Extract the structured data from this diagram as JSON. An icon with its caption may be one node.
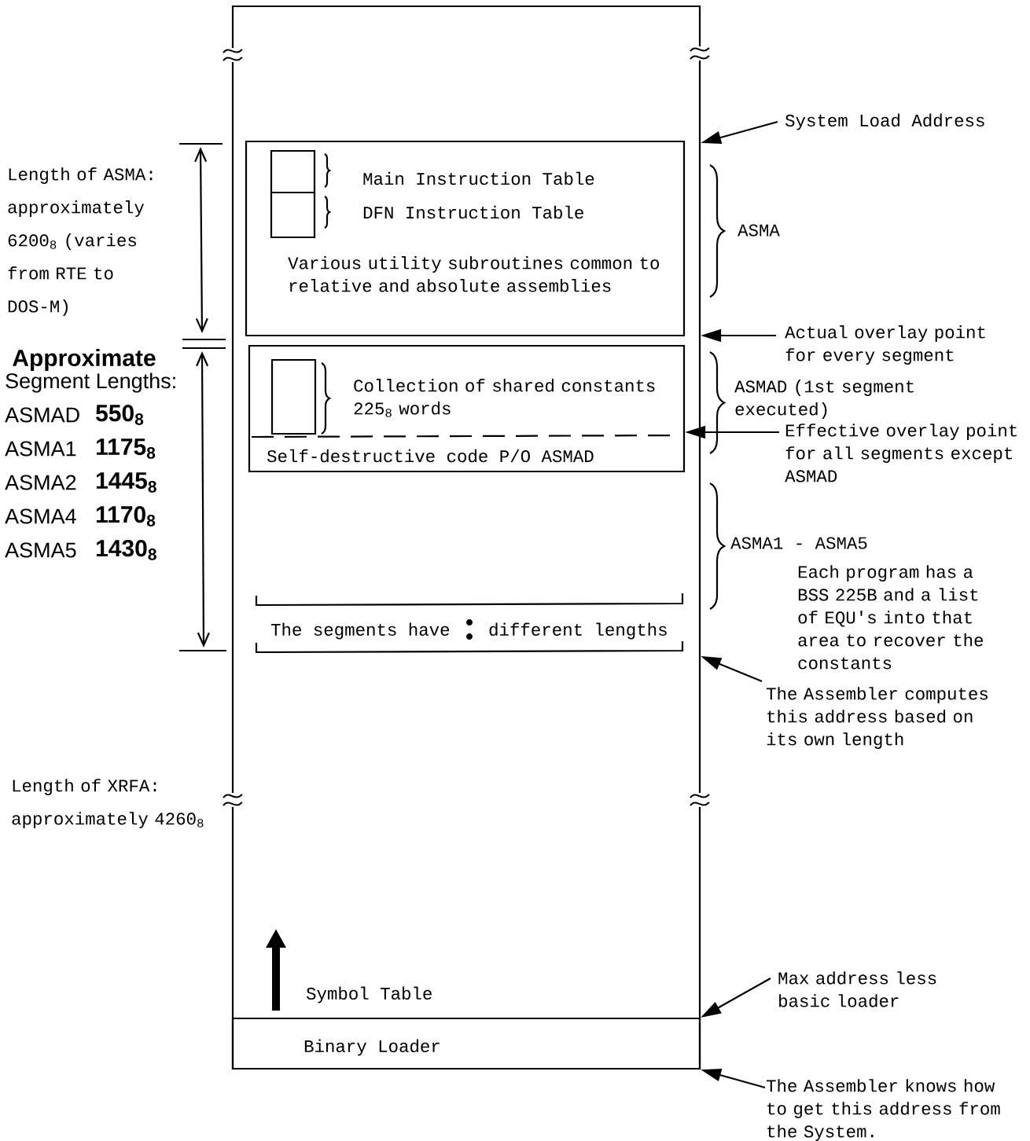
{
  "diagram": {
    "nodes": [
      {
        "text": [],
        "shape": "box"
      },
      {
        "text": [
          "Various utility subroutines common to relative and absolute assemblies"
        ],
        "in": 0
      },
      {
        "text": [],
        "shape": "box",
        "in": 1,
        "beside": [
          "Main Instruction Table"
        ]
      },
      {
        "text": [],
        "shape": "box",
        "in": 1,
        "beside": [
          "DFN Instruction Table"
        ]
      },
      {
        "text": [
          "Self-destructive code  P/O ASMAD"
        ],
        "in": 0
      },
      {
        "text": [],
        "shape": "box",
        "in": 4,
        "beside": [
          "Collection of shared constants 225$_{8}$ words"
        ]
      },
      {
        "text": [
          "Binary Loader"
        ],
        "in": 0
      },
      {
        "text": [
          "System Load Address"
        ]
      },
      {
        "text": [
          "Actual overlay point for every segment"
        ]
      },
      {
        "text": [
          "Effective overlay point for all segments except ASMAD"
        ]
      },
      {
        "text": [
          "The Assembler computes this address based on its own length"
        ]
      },
      {
        "text": [
          "Max address less basic loader"
        ]
      },
      {
        "text": [
          "The Assembler knows how to get this address from the System."
        ]
      }
    ],
    "edges": [
      {
        "from": 7,
        "to": 0,
        "arrow": "to"
      },
      {
        "from": 8,
        "to": 0,
        "arrow": "to"
      },
      {
        "from": 9,
        "to": 4,
        "arrow": "to"
      },
      {
        "from": 10,
        "to": 0,
        "arrow": "to"
      },
      {
        "from": 11,
        "to": 6,
        "arrow": "to"
      },
      {
        "from": 12,
        "to": 6,
        "arrow": "to"
      }
    ],
    "labels": [
      "Length of ASMA: approximately 6200$_{8}$ (varies from RTE to DOS-M)",
      "ASMA",
      "Approximate",
      "Segment Lengths:",
      "ASMAD (1st segment executed)",
      "ASMAD",
      "550$_{8}$",
      "ASMA1",
      "1175$_{8}$",
      "ASMA2",
      "1445$_{8}$",
      "ASMA4",
      "1170$_{8}$",
      "ASMA5",
      "1430$_{8}$",
      "ASMA1 - ASMA5",
      "Each program has a BSS 225B and a list of EQU's into that area to recover the constants",
      "The segments have",
      "different lengths",
      "Length of XRFA: approximately 4260$_{8}$",
      "Symbol Table"
    ]
  }
}
